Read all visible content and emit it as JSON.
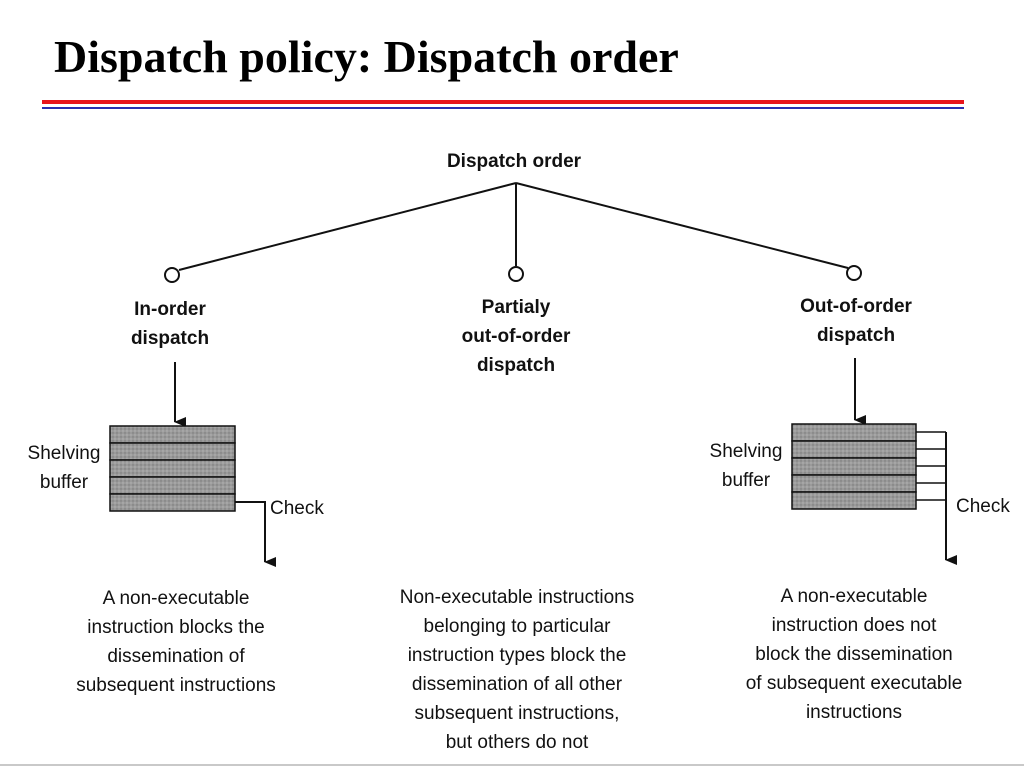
{
  "slide": {
    "title": "Dispatch policy: Dispatch order",
    "accent_red": "#e8141b",
    "accent_blue": "#2b2fb0"
  },
  "diagram": {
    "root": "Dispatch order",
    "branches": {
      "in_order": {
        "label": "In-order\ndispatch",
        "buffer_label": "Shelving\nbuffer",
        "check_label": "Check",
        "description": "A non-executable\ninstruction blocks the\ndissemination of\nsubsequent instructions"
      },
      "partial": {
        "label": "Partialy\nout-of-order\ndispatch",
        "description": "Non-executable instructions\nbelonging to particular\ninstruction types block the\ndissemination of all other\nsubsequent instructions,\nbut others do not"
      },
      "out_of_order": {
        "label": "Out-of-order\ndispatch",
        "buffer_label": "Shelving\nbuffer",
        "check_label": "Check",
        "description": "A non-executable\ninstruction does not\nblock the dissemination\nof subsequent executable\ninstructions"
      }
    },
    "buffer_fill": "#9a9a9a"
  }
}
